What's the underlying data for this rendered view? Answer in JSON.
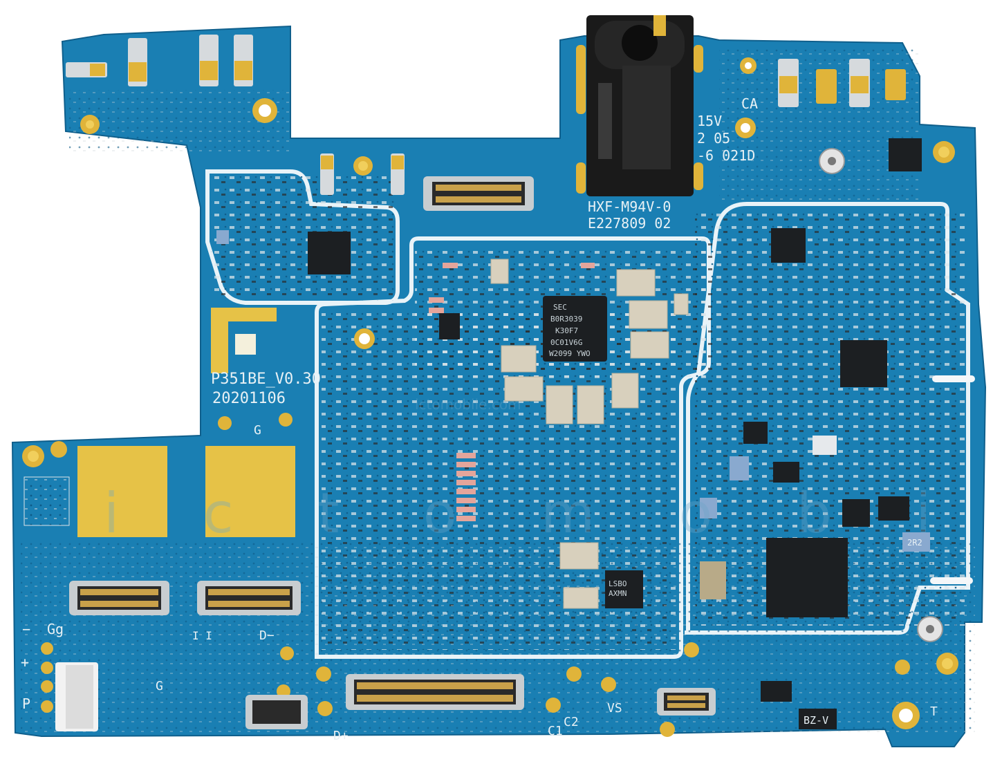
{
  "colors": {
    "pcb": "#1a7fb3",
    "pcb_dark": "#14699a",
    "trace": "#2d8fc4",
    "gold": "#e0b43a",
    "gold_light": "#f1cf5c",
    "chip": "#1c1f22",
    "silk": "#e8f1f5",
    "shield_line": "#e9f3f8"
  },
  "silkscreen": {
    "model": "P351BE_V0.30",
    "date": "20201106",
    "jack_model": "HXF-M94V-0",
    "jack_code": "E227809 02",
    "cert_line1": "CA",
    "cert_line2": "15V",
    "cert_line3": "2 05",
    "cert_line4": "-6 021D",
    "label_g_top": "G",
    "label_gg": "Gg",
    "label_minus": "−",
    "label_plus": "+",
    "label_p": "P",
    "label_g_bottom": "G",
    "label_d_minus": "D−",
    "label_d_plus": "D+",
    "label_c1": "C1",
    "label_c2": "C2",
    "label_vs": "VS",
    "label_t": "T",
    "label_ii": "I I",
    "bz_v": "BZ-V",
    "inductor_2r2": "2R2"
  },
  "chips": {
    "memory_line1": "SEC",
    "memory_line2": "B0R3039",
    "memory_line3": "K30F7",
    "memory_line4": "0C01V6G",
    "memory_line5": "W2099 YWO",
    "pmic_label_1": "LSBO",
    "pmic_label_2": "AXMN"
  },
  "watermark": {
    "site": "ictomobile.com",
    "letters": "i c t o m o b i l e"
  }
}
